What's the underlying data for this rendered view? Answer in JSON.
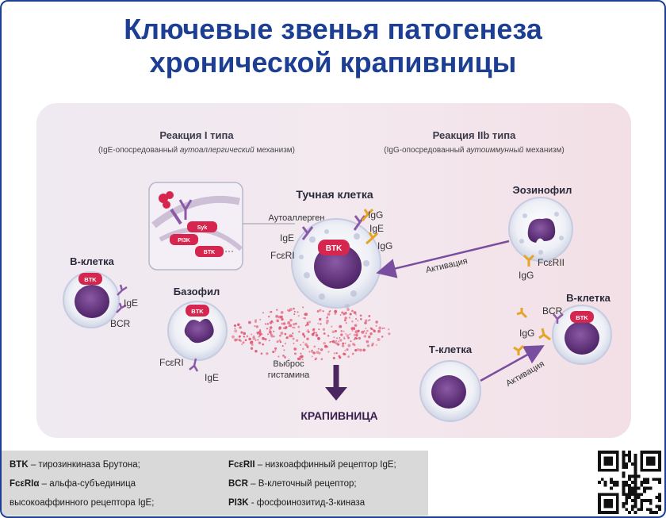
{
  "title": {
    "line1": "Ключевые звенья патогенеза",
    "line2": "хронической крапивницы"
  },
  "reaction1": {
    "title": "Реакция I типа",
    "sub_prefix": "(IgE-опосредованный ",
    "sub_italic": "аутоаллергический",
    "sub_suffix": " механизм)"
  },
  "reaction2": {
    "title": "Реакция IIb типа",
    "sub_prefix": "(IgG-опосредованный ",
    "sub_italic": "аутоиммунный",
    "sub_suffix": " механизм)"
  },
  "inset": {
    "syk": "Syk",
    "pi3k": "PI3K",
    "btk": "BTK"
  },
  "mast_cell": {
    "title": "Тучная клетка",
    "btk": "BTK",
    "autoallergen": "Аутоаллерген",
    "ige": "IgE",
    "fceri": "FcεRI",
    "igg_top": "IgG",
    "ige_right": "IgE",
    "igg_right": "IgG"
  },
  "b_cell_left": {
    "title": "В-клетка",
    "btk": "BTK",
    "ige": "IgE",
    "bcr": "BCR"
  },
  "basophil": {
    "title": "Базофил",
    "btk": "BTK",
    "fceri": "FcεRI",
    "ige": "IgE"
  },
  "histamine": {
    "line1": "Выброс",
    "line2": "гистамина"
  },
  "urticaria": "КРАПИВНИЦА",
  "eosinophil": {
    "title": "Эозинофил",
    "fcerii": "FcεRII",
    "igg": "IgG"
  },
  "activation1": "Активация",
  "activation2": "Активация",
  "t_cell": {
    "title": "Т-клетка"
  },
  "b_cell_right": {
    "title": "В-клетка",
    "btk": "BTK",
    "bcr": "BCR",
    "igg": "IgG"
  },
  "legend": {
    "btk_abbr": "BTK",
    "btk_text": " – тирозинкиназа Брутона;",
    "fceria_abbr": "FcεRIα",
    "fceria_text": " – альфа-субъединица",
    "fceria_text2": "высокоаффинного рецептора IgE;",
    "fcerii_abbr": "FcεRII",
    "fcerii_text": " – низкоаффинный рецептор IgE;",
    "bcr_abbr": "BCR",
    "bcr_text": " – В-клеточный рецептор;",
    "pi3k_abbr": "PI3K",
    "pi3k_text": " - фосфоинозитид-3-киназа"
  },
  "colors": {
    "title_blue": "#1c3f94",
    "btk_red": "#d6264f",
    "nucleus_purple": "#6a3a86",
    "receptor_purple": "#8a5aa8",
    "igg_gold": "#e5a423",
    "arrow_purple": "#7a4e9e",
    "histamine_red": "#e05a74"
  }
}
